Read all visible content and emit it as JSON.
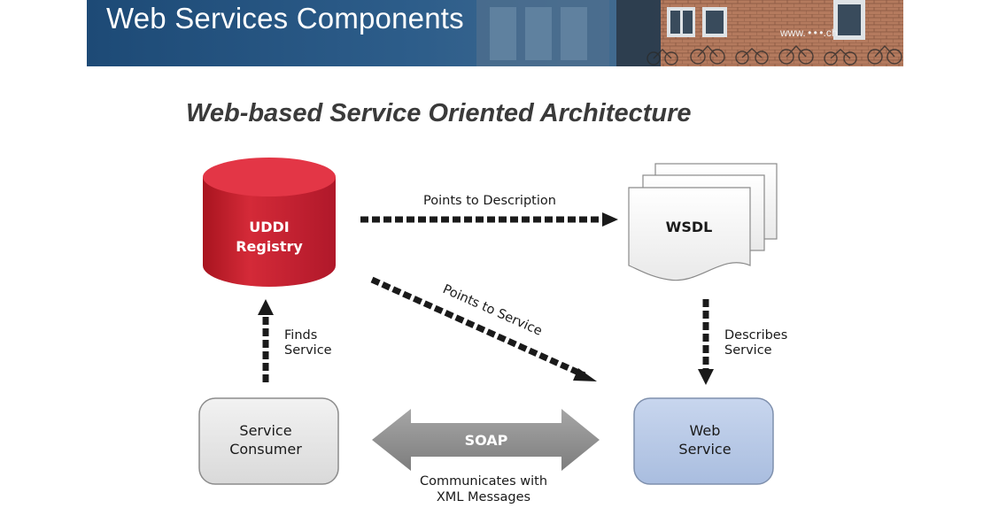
{
  "header": {
    "title": "Web Services Components",
    "url_fragment": "www.",
    "url_tail": ".ch"
  },
  "subtitle": "Web-based Service Oriented Architecture",
  "diagram": {
    "uddi": {
      "line1": "UDDI",
      "line2": "Registry",
      "color": "#c8202f"
    },
    "wsdl": {
      "label": "WSDL"
    },
    "service_consumer": {
      "line1": "Service",
      "line2": "Consumer",
      "color": "#e8e8e8"
    },
    "web_service": {
      "line1": "Web",
      "line2": "Service",
      "color": "#b8c8e4"
    },
    "soap": {
      "label": "SOAP",
      "color": "#8f8f8f"
    },
    "labels": {
      "points_to_description": "Points to Description",
      "points_to_service": "Points to Service",
      "finds_service_1": "Finds",
      "finds_service_2": "Service",
      "describes_service_1": "Describes",
      "describes_service_2": "Service",
      "communicates_1": "Communicates with",
      "communicates_2": "XML Messages"
    }
  }
}
